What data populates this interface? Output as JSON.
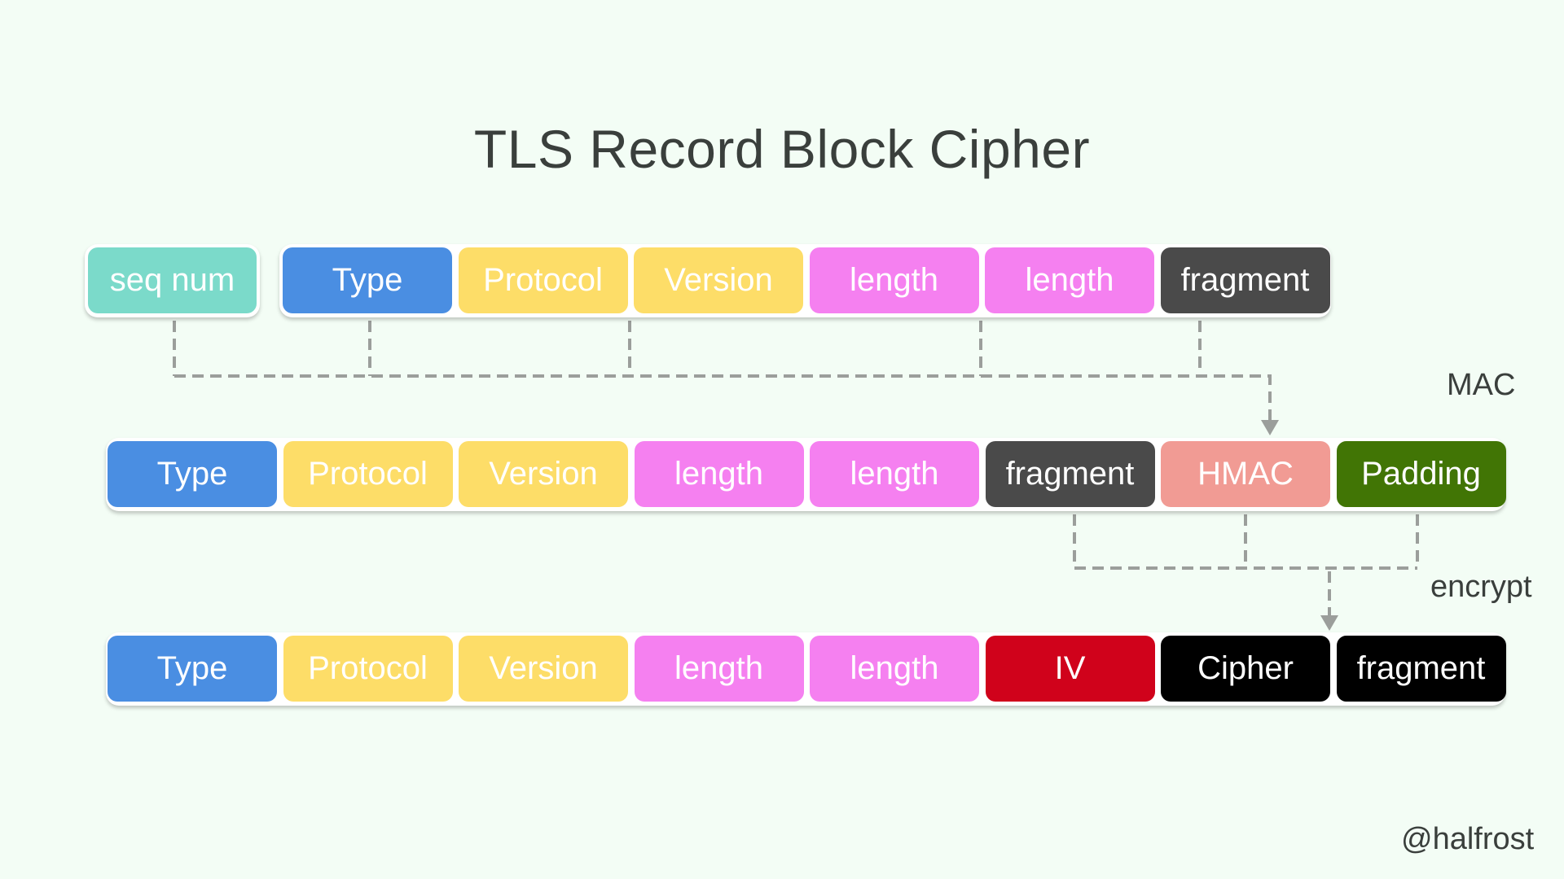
{
  "title": "TLS Record Block Cipher",
  "colors": {
    "seq": "#7bdaca",
    "type": "#4a8ee2",
    "protocol": "#fddd68",
    "version": "#fddd68",
    "length": "#f580f0",
    "fragment": "#4a4a4a",
    "hmac": "#f19b94",
    "padding": "#417505",
    "iv": "#d0021b",
    "cipher": "#000000",
    "line": "#9b9e9b"
  },
  "row1": {
    "seq": {
      "label": "seq num",
      "color": "seq"
    },
    "cells": [
      {
        "label": "Type",
        "color": "type"
      },
      {
        "label": "Protocol",
        "color": "protocol"
      },
      {
        "label": "Version",
        "color": "version"
      },
      {
        "label": "length",
        "color": "length"
      },
      {
        "label": "length",
        "color": "length"
      },
      {
        "label": "fragment",
        "color": "fragment"
      }
    ]
  },
  "row2": {
    "cells": [
      {
        "label": "Type",
        "color": "type"
      },
      {
        "label": "Protocol",
        "color": "protocol"
      },
      {
        "label": "Version",
        "color": "version"
      },
      {
        "label": "length",
        "color": "length"
      },
      {
        "label": "length",
        "color": "length"
      },
      {
        "label": "fragment",
        "color": "fragment"
      },
      {
        "label": "HMAC",
        "color": "hmac"
      },
      {
        "label": "Padding",
        "color": "padding"
      }
    ]
  },
  "row3": {
    "cells": [
      {
        "label": "Type",
        "color": "type"
      },
      {
        "label": "Protocol",
        "color": "protocol"
      },
      {
        "label": "Version",
        "color": "version"
      },
      {
        "label": "length",
        "color": "length"
      },
      {
        "label": "length",
        "color": "length"
      },
      {
        "label": "IV",
        "color": "iv"
      },
      {
        "label": "Cipher",
        "color": "cipher"
      },
      {
        "label": "fragment",
        "color": "cipher"
      }
    ]
  },
  "labels": {
    "mac": "MAC",
    "encrypt": "encrypt",
    "author": "@halfrost"
  }
}
